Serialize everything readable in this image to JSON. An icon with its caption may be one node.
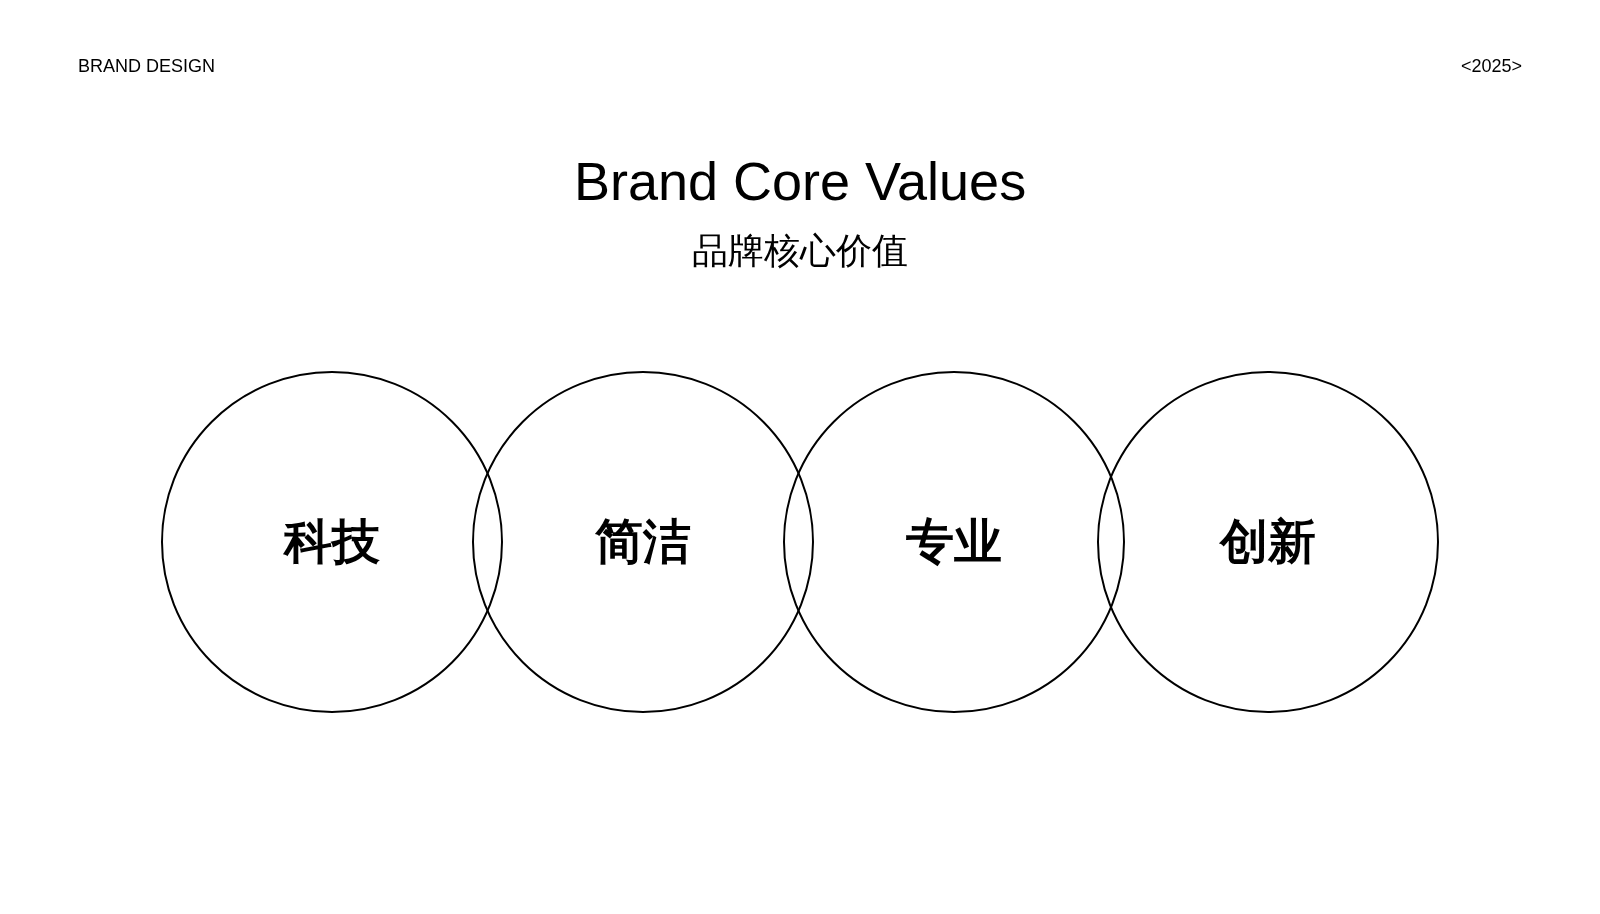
{
  "diagram": {
    "title": "Brand Core Values",
    "caption": "品牌核心价值",
    "nodes": [
      {
        "text": [
          "科技"
        ]
      },
      {
        "text": [
          "简洁"
        ]
      },
      {
        "text": [
          "专业"
        ]
      },
      {
        "text": [
          "创新"
        ]
      }
    ],
    "labels": [
      "BRAND DESIGN",
      "<2025>"
    ]
  }
}
